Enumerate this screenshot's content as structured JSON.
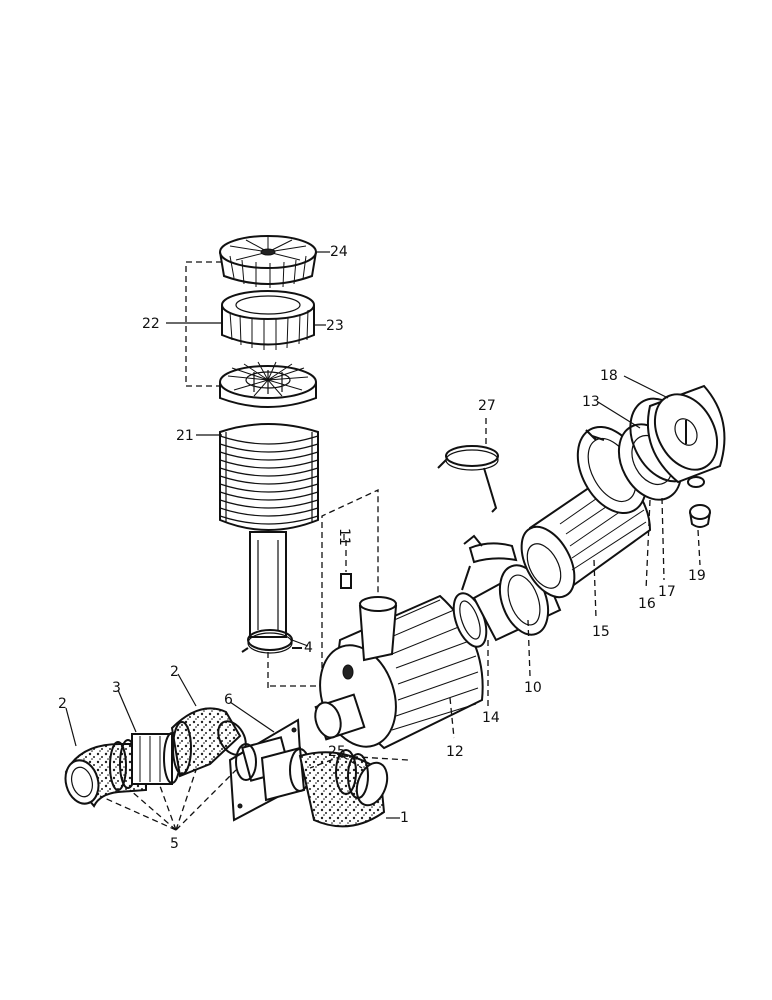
{
  "callouts": {
    "c1": "1",
    "c2a": "2",
    "c2b": "2",
    "c3": "3",
    "c4": "4",
    "c5": "5",
    "c6": "6",
    "c10": "10",
    "c11": "11",
    "c12": "12",
    "c13": "13",
    "c14": "14",
    "c15": "15",
    "c16": "16",
    "c17": "17",
    "c18": "18",
    "c19": "19",
    "c21": "21",
    "c22": "22",
    "c23": "23",
    "c24": "24",
    "c25": "25",
    "c27": "27"
  }
}
